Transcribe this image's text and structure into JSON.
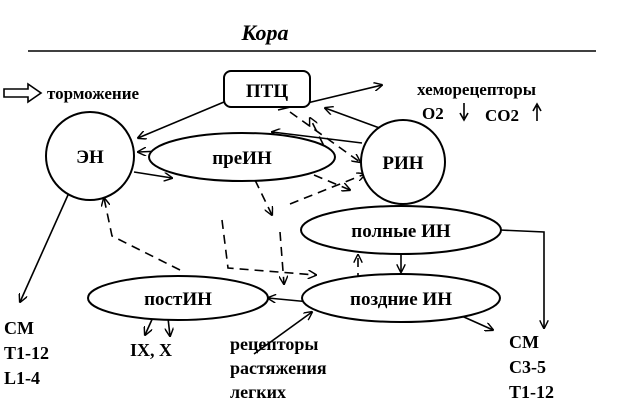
{
  "title": "Кора",
  "legend": {
    "label": "торможение",
    "icon": "hollow-arrow-icon"
  },
  "nodes": {
    "ptc": "ПТЦ",
    "en": "ЭН",
    "prein": "преИН",
    "rin": "РИН",
    "full_in": "полные ИН",
    "late_in": "поздние ИН",
    "postin": "постИН"
  },
  "chemoreceptors": {
    "label": "хеморецепторы",
    "o2": "O2",
    "co2": "CO2",
    "o2_icon": "arrow-down-icon",
    "co2_icon": "arrow-up-icon"
  },
  "outputs": {
    "left": [
      "СМ",
      "T1-12",
      "L1-4"
    ],
    "nerves": "IX, X",
    "right": [
      "СМ",
      "С3-5",
      "T1-12"
    ]
  },
  "receptors": [
    "рецепторы",
    "растяжения",
    "легких"
  ]
}
